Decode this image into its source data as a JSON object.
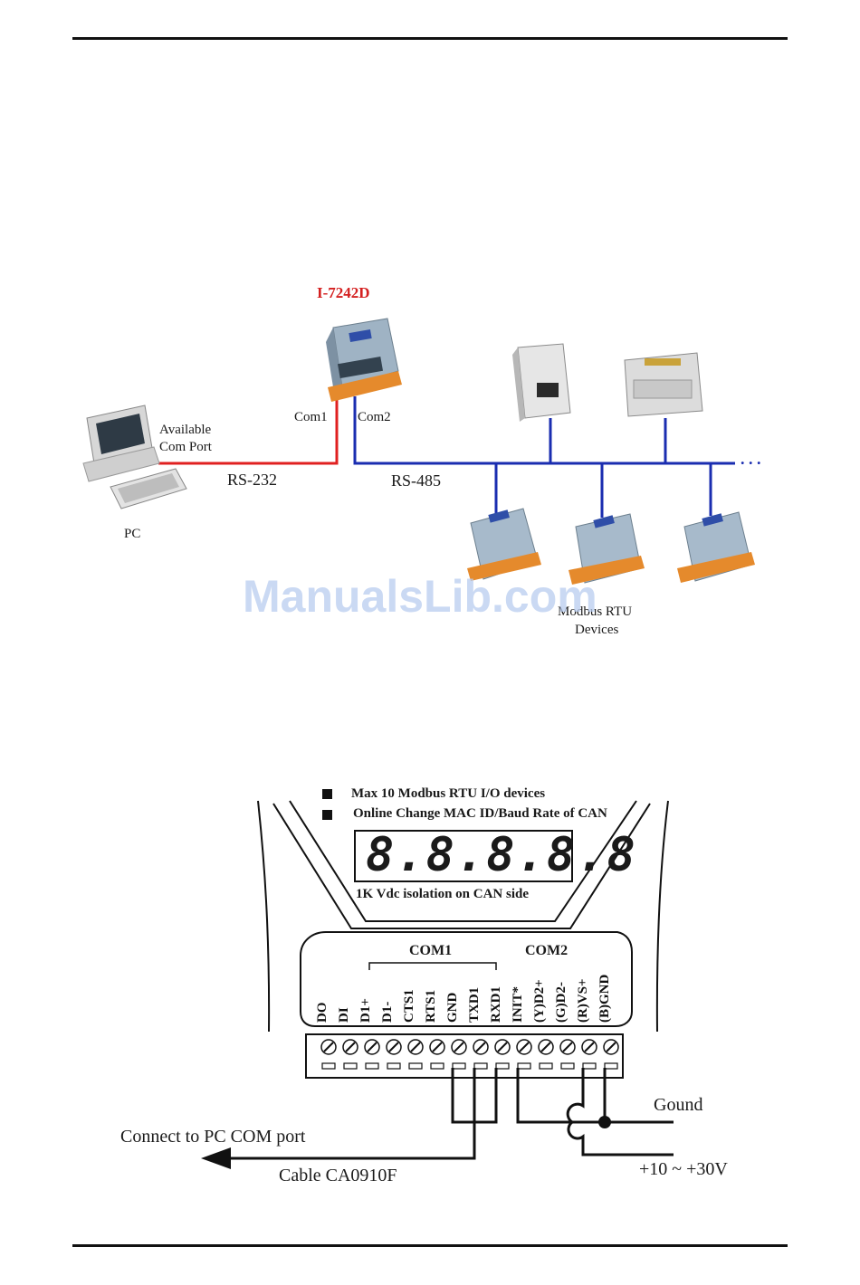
{
  "network": {
    "device_title": "I-7242D",
    "com1": "Com1",
    "com2": "Com2",
    "available": "Available",
    "com_port": "Com Port",
    "rs232": "RS-232",
    "rs485": "RS-485",
    "pc": "PC",
    "modbus_line1": "Modbus RTU",
    "modbus_line2": "Devices",
    "ellipsis": ". . ."
  },
  "watermark": "ManualsLib.com",
  "panel": {
    "note1": "Max 10 Modbus RTU I/O devices",
    "note2": "Online Change MAC ID/Baud Rate of CAN",
    "display": "8.8.8.8.8",
    "isolation": "1K Vdc isolation on CAN side",
    "com1_group": "COM1",
    "com2_group": "COM2",
    "terminals": [
      "DO",
      "DI",
      "D1+",
      "D1-",
      "CTS1",
      "RTS1",
      "GND",
      "TXD1",
      "RXD1",
      "INIT*",
      "(Y)D2+",
      "(G)D2-",
      "(R)VS+",
      "(B)GND"
    ]
  },
  "wiring": {
    "connect_pc": "Connect to PC COM port",
    "cable": "Cable CA0910F",
    "ground": "Gound",
    "power": "+10 ~ +30V"
  },
  "colors": {
    "rs232_line": "#e02020",
    "rs485_line": "#1a2db0",
    "title_red": "#d42020"
  }
}
